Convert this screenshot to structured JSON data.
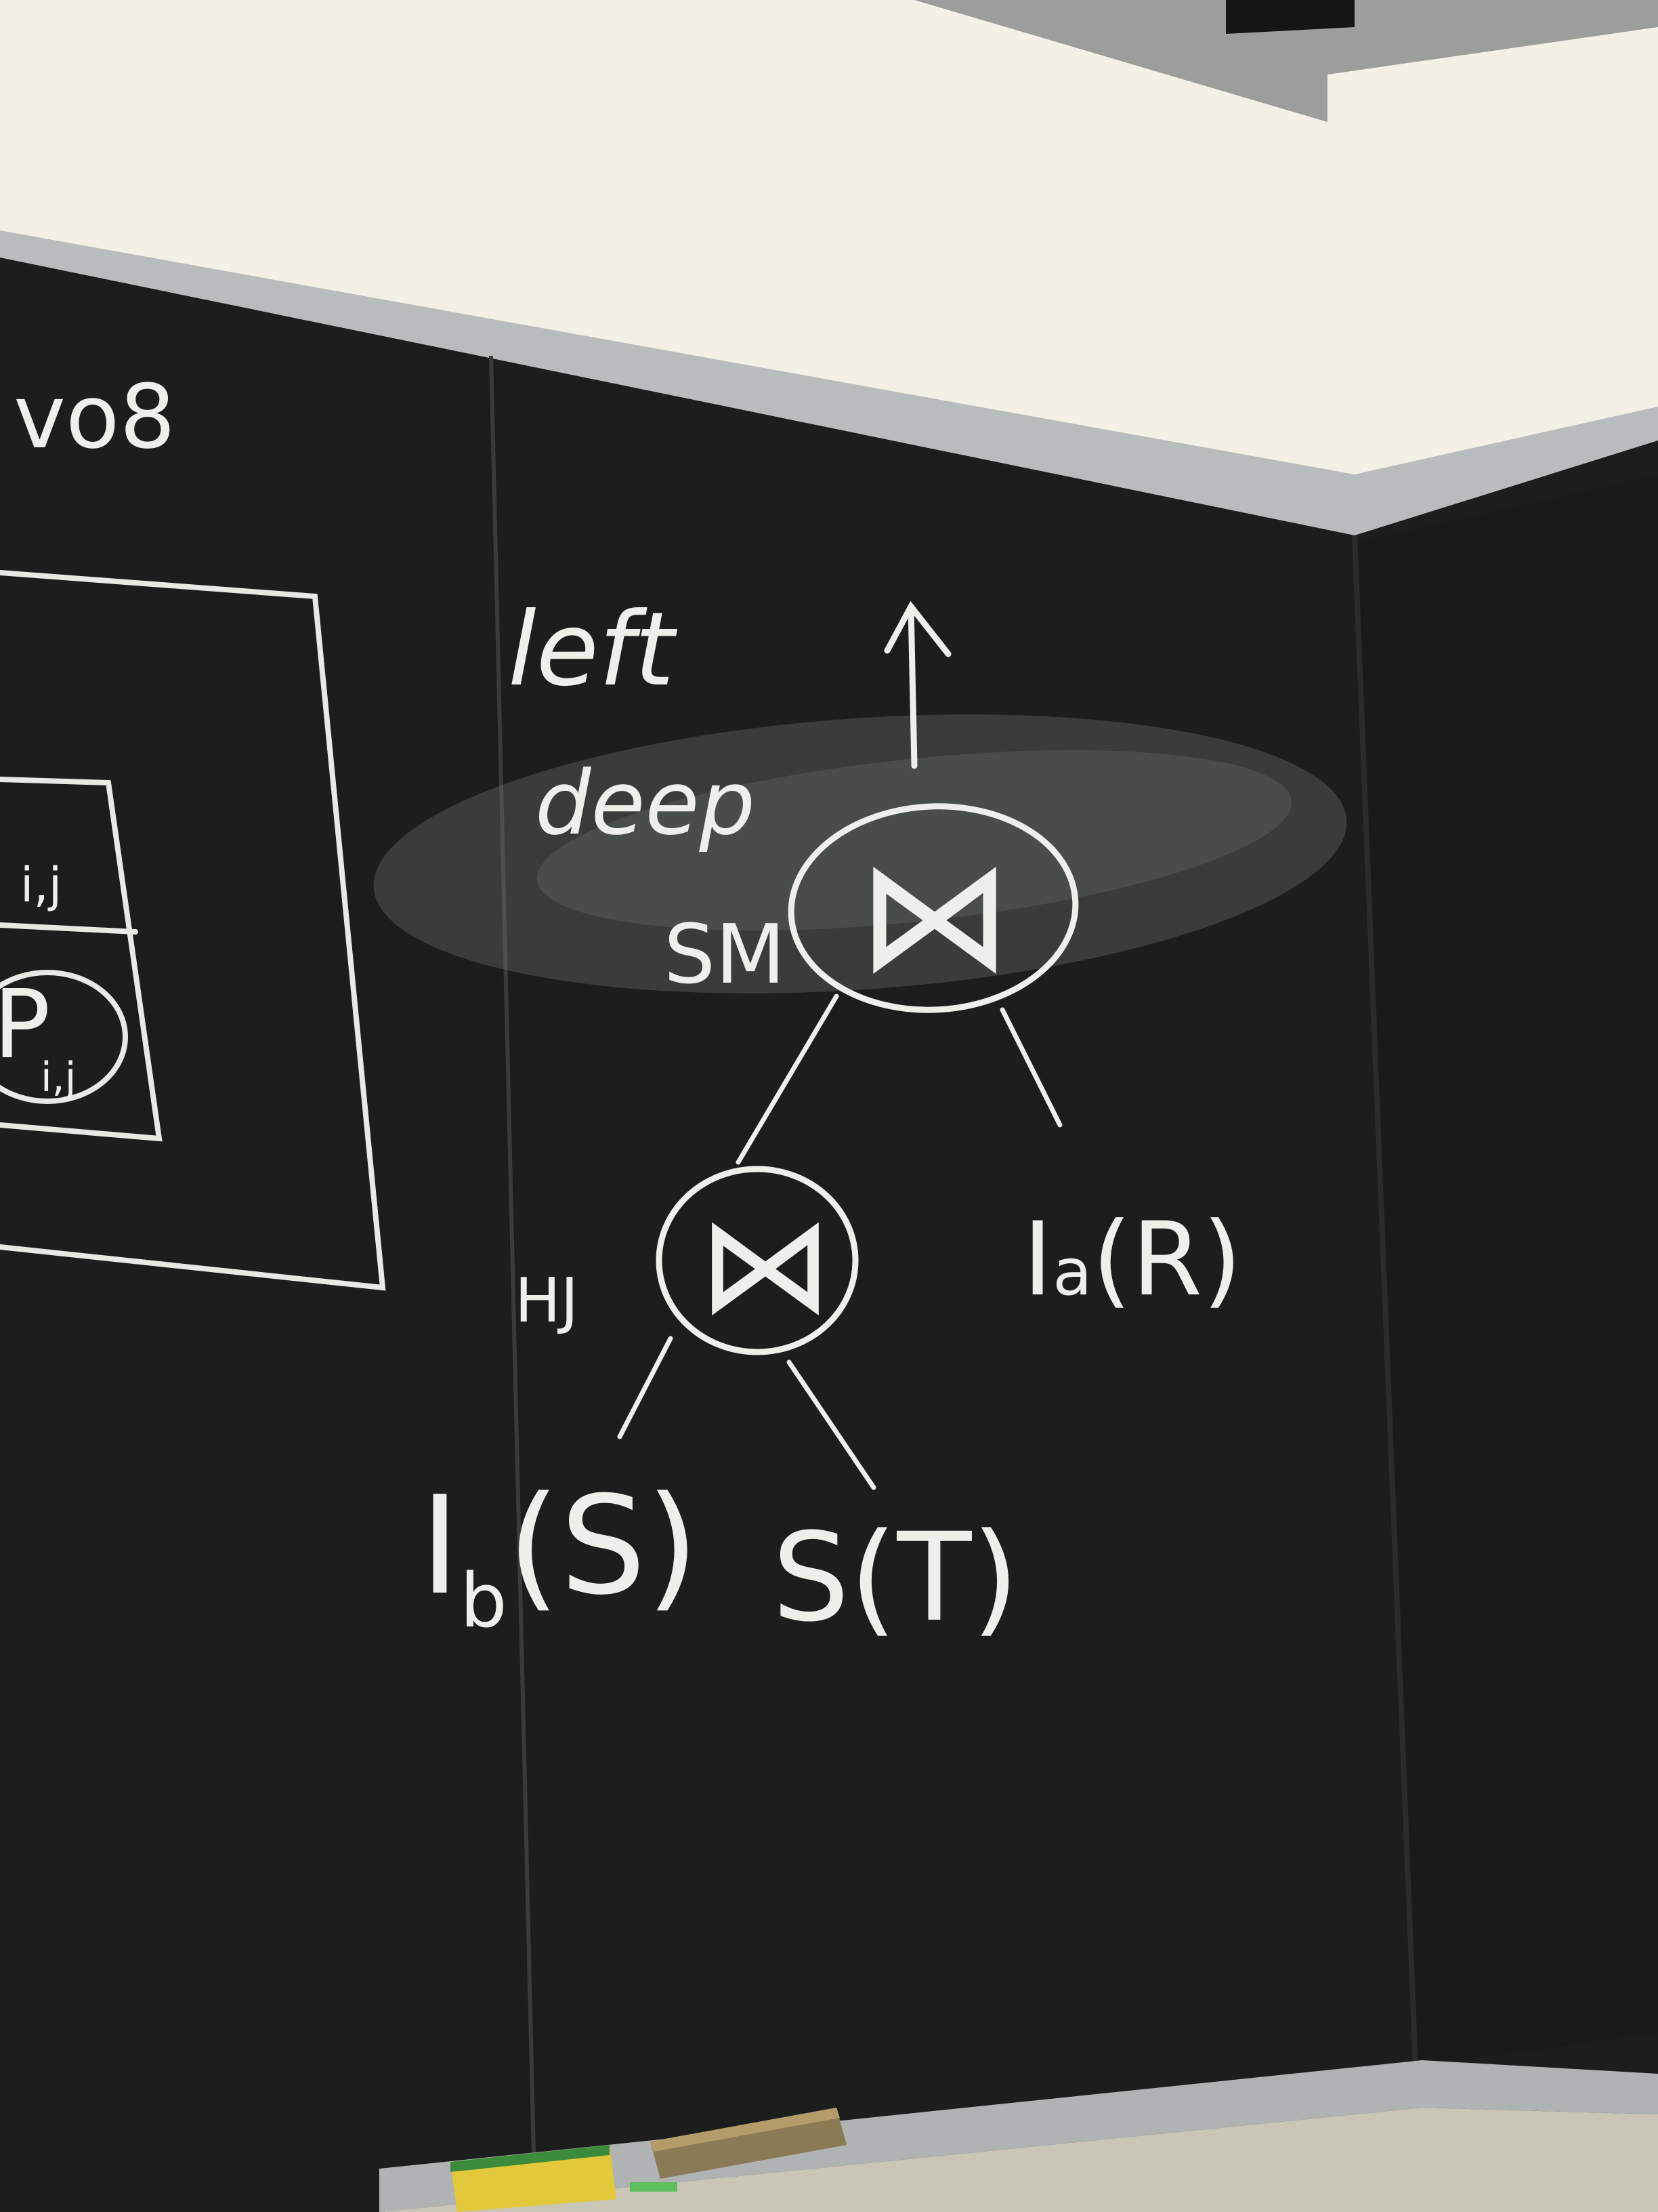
{
  "scene": {
    "board_color": "#1c1e1e",
    "chalk_color": "#eeeeea",
    "wall_color": "#f3f1e6",
    "trim_color": "#b9bcbc"
  },
  "left_panel": {
    "fragment_text": "vo8",
    "cell_top_text": "i,j",
    "cell_circle_text": "P",
    "cell_circle_subscript": "i,j"
  },
  "tree": {
    "annotation_line1": "left",
    "annotation_line2": "deep",
    "root": {
      "symbol": "⋈",
      "method": "SM"
    },
    "inner": {
      "symbol": "⋈",
      "method": "HJ"
    },
    "right_leaf": {
      "main": "I",
      "subscript": "a",
      "rest": "(R)"
    },
    "left_leaf": {
      "main": "I",
      "subscript": "b",
      "rest": "(S)"
    },
    "middle_leaf": "S(T)"
  },
  "tray_items": [
    "eraser-icon",
    "chalk-box-icon"
  ]
}
